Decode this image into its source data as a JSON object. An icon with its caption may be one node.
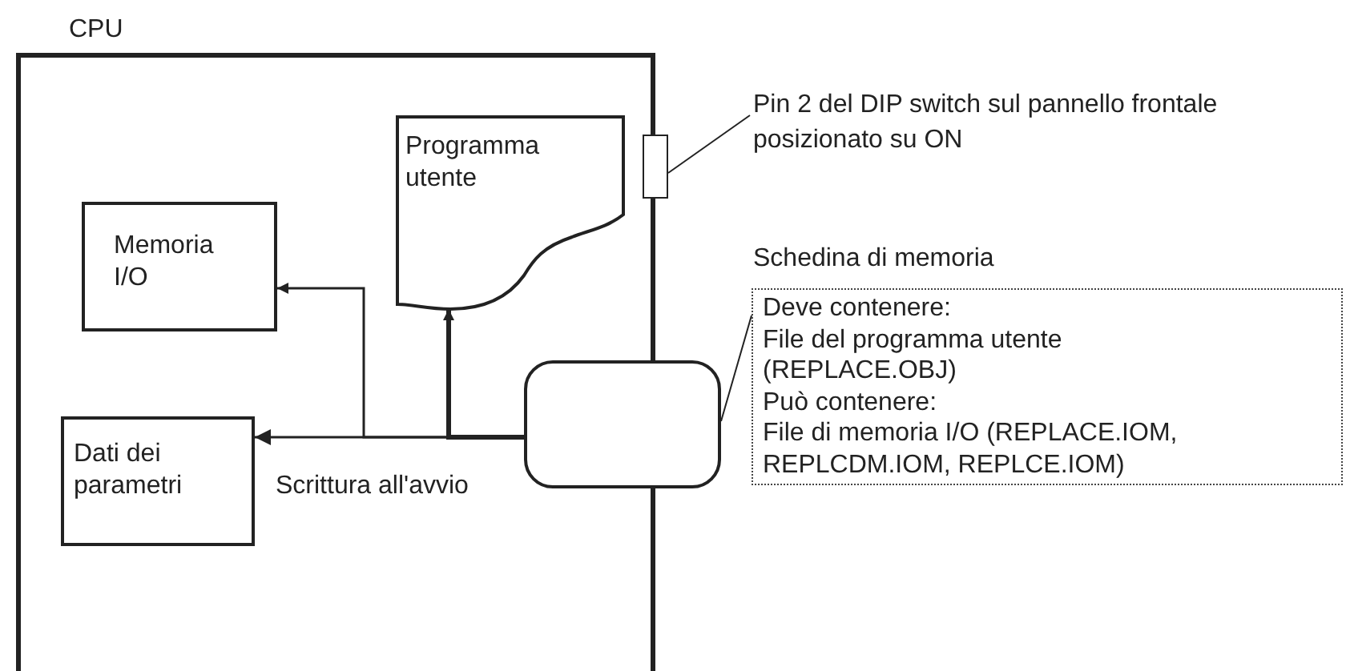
{
  "diagram": {
    "nodes": [
      {
        "text": [
          "CPU"
        ]
      },
      {
        "text": [
          "Memoria I/O"
        ],
        "in": 0
      },
      {
        "text": [
          "Programma utente"
        ],
        "in": 0
      },
      {
        "text": [
          "Dati dei parametri"
        ],
        "in": 0
      },
      {
        "text": [],
        "shape": "box"
      },
      {
        "text": [],
        "shape": "box"
      },
      {
        "text": [
          "Pin 2 del DIP switch sul pannello frontale posizionato su ON"
        ]
      },
      {
        "text": [
          "Schedina di memoria",
          "Deve contenere:",
          "File del programma utente (REPLACE.OBJ)",
          "Può contenere:",
          "File di memoria I/O (REPLACE.IOM, REPLCDM.IOM, REPLCE.IOM)"
        ]
      }
    ],
    "edges": [
      {
        "from": 4,
        "to": 3,
        "arrow": "to"
      },
      {
        "from": 4,
        "to": 1,
        "arrow": "to"
      },
      {
        "from": 4,
        "to": 2,
        "arrow": "to",
        "style": "thick"
      },
      {
        "from": 6,
        "to": 5,
        "arrow": "none"
      },
      {
        "from": 7,
        "to": 4,
        "arrow": "none"
      }
    ],
    "labels": [
      "Scrittura all'avvio"
    ]
  }
}
